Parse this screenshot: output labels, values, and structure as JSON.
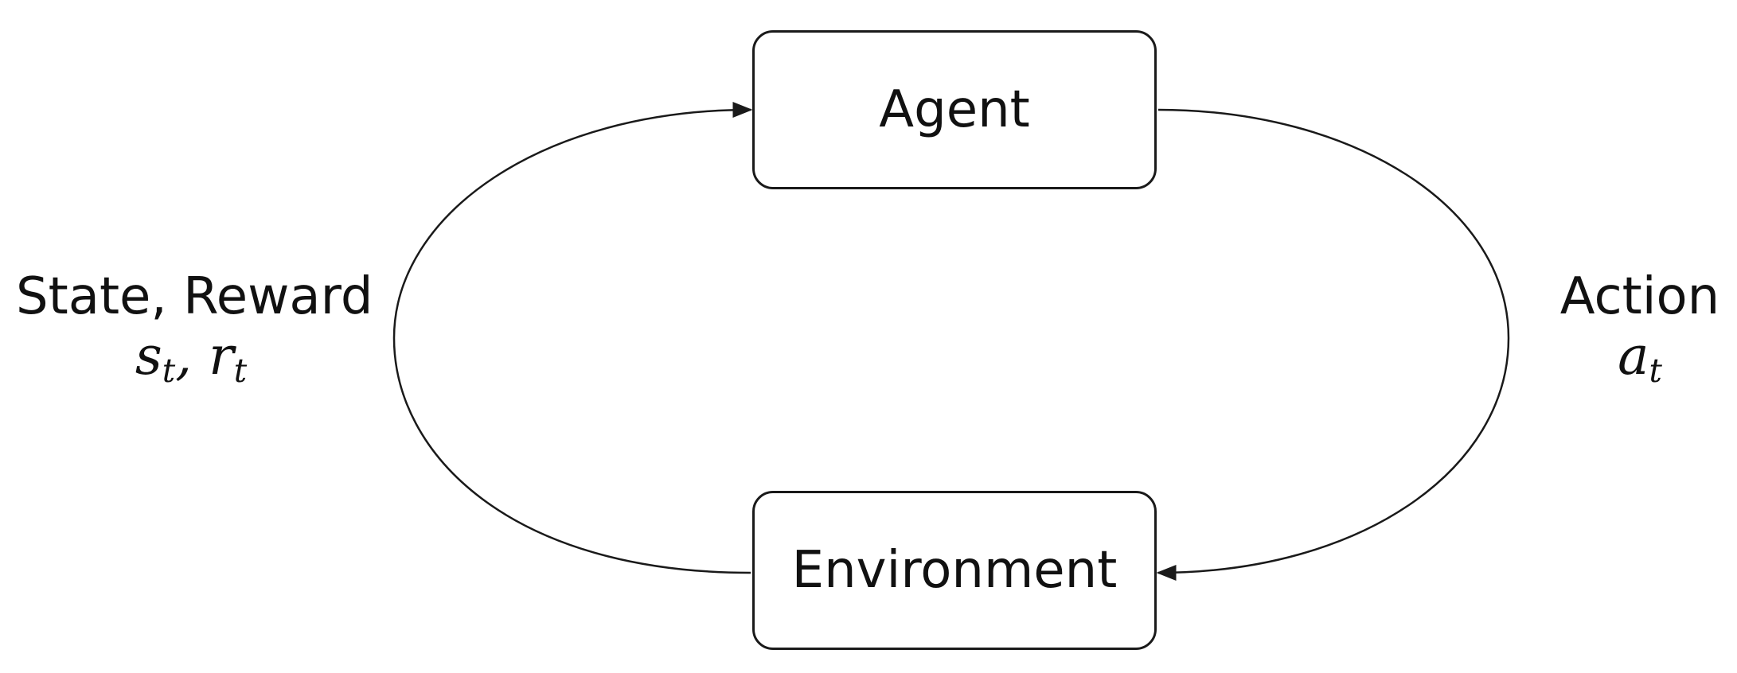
{
  "nodes": {
    "agent": {
      "label": "Agent"
    },
    "environment": {
      "label": "Environment"
    }
  },
  "edges": {
    "observation": {
      "label": "State, Reward",
      "math": {
        "state_symbol": "s",
        "state_subscript": "t",
        "separator": ",",
        "reward_symbol": "r",
        "reward_subscript": "t"
      }
    },
    "action": {
      "label": "Action",
      "math": {
        "symbol": "a",
        "subscript": "t"
      }
    }
  },
  "colors": {
    "stroke": "#1a1a1a",
    "background": "#ffffff",
    "text": "#111111"
  }
}
